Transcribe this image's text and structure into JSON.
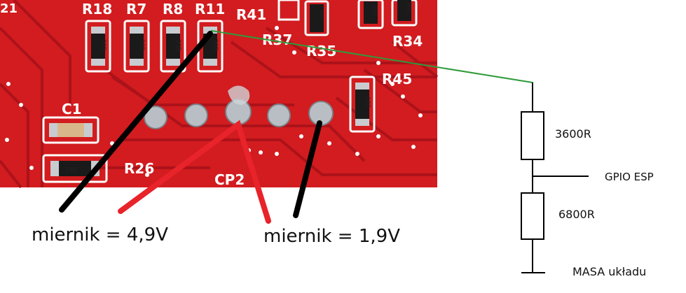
{
  "photo": {
    "silkscreen": {
      "r18": "R18",
      "r7": "R7",
      "r8": "R8",
      "r11": "R11",
      "r41": "R41",
      "r37": "R37",
      "r35": "R35",
      "r34": "R34",
      "r45": "R45",
      "c1": "C1",
      "r26": "R26",
      "cp2": "CP2",
      "edge21": "21"
    },
    "resistor_codes": {
      "a": "30B",
      "b": "30B",
      "c": "30B",
      "d": "30B",
      "e": "18E",
      "f": "30B",
      "top1": "80E",
      "top2": "80E",
      "top3": "30B",
      "top4": "80E"
    },
    "colors": {
      "board": "#d21c1f",
      "trace": "#b0131a",
      "silk": "#ffffff",
      "pad": "#c8ccd0"
    }
  },
  "annotations": {
    "measure_left": "miernik = 4,9V",
    "measure_right": "miernik = 1,9V",
    "colors": {
      "black_line": "#000000",
      "red_line": "#e8232a",
      "green_line": "#2f9a3a"
    }
  },
  "schematic": {
    "r_top": "3600R",
    "r_bottom": "6800R",
    "gpio": "GPIO ESP",
    "ground": "MASA układu"
  }
}
